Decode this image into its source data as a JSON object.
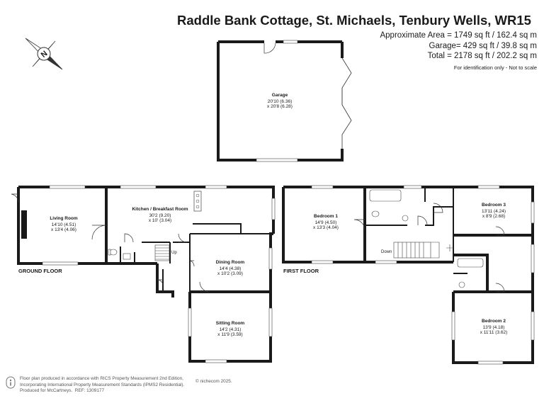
{
  "title": "Raddle Bank Cottage, St. Michaels, Tenbury Wells, WR15",
  "areas": {
    "approximate": "Approximate Area = 1749 sq ft / 162.4 sq m",
    "garage": "Garage= 429 sq ft / 39.8 sq m",
    "total": "Total = 2178 sq ft / 202.2 sq m",
    "note": "For identification only - Not to scale"
  },
  "compass": {
    "label": "N",
    "icon": "compass-icon"
  },
  "floors": {
    "ground": "GROUND FLOOR",
    "first": "FIRST FLOOR"
  },
  "rooms": {
    "garage": {
      "name": "Garage",
      "dim1": "20'10 (6.36)",
      "dim2": "x 20'8 (6.28)"
    },
    "living": {
      "name": "Living Room",
      "dim1": "14'10 (4.51)",
      "dim2": "x 13'4 (4.06)"
    },
    "kitchen": {
      "name": "Kitchen / Breakfast Room",
      "dim1": "30'2 (9.20)",
      "dim2": "x 10' (3.04)"
    },
    "dining": {
      "name": "Dining Room",
      "dim1": "14'4 (4.38)",
      "dim2": "x 10'2 (3.09)"
    },
    "sitting": {
      "name": "Sitting Room",
      "dim1": "14'2 (4.31)",
      "dim2": "x 11'9 (3.59)"
    },
    "bedroom1": {
      "name": "Bedroom 1",
      "dim1": "14'9 (4.50)",
      "dim2": "x 13'3 (4.04)"
    },
    "bedroom3": {
      "name": "Bedroom 3",
      "dim1": "13'11 (4.24)",
      "dim2": "x 8'9 (2.68)"
    },
    "bedroom2": {
      "name": "Bedroom 2",
      "dim1": "13'9 (4.18)",
      "dim2": "x 11'11 (3.62)"
    }
  },
  "stairs": {
    "up": "Up",
    "down": "Down"
  },
  "footer": {
    "line1": "Floor plan produced in accordance with RICS Property Measurement 2nd Edition,",
    "line2": "Incorporating International Property Measurement Standards (IPMS2 Residential).",
    "copyright": "© nichecom 2025.",
    "line3": "Produced for McCartneys.",
    "ref": "REF: 1309177"
  },
  "colors": {
    "wall": "#1a1a1a",
    "line": "#444444",
    "window": "#ffffff"
  }
}
